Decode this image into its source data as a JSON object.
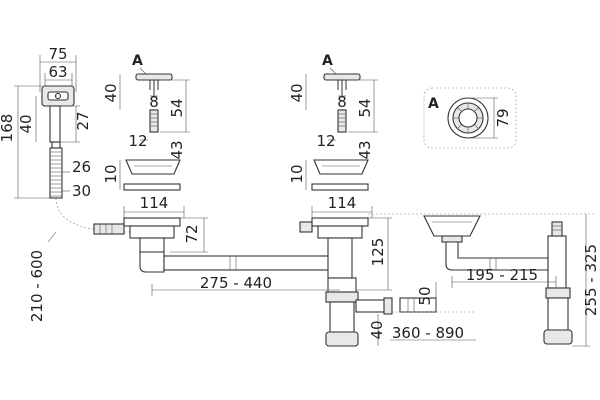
{
  "colors": {
    "stroke": "#333333",
    "fill_light": "#e8e8e8",
    "text": "#222222",
    "background": "#ffffff"
  },
  "detail": {
    "label": "A",
    "dim_79": "79"
  },
  "overflow_assembly": {
    "dim_75": "75",
    "dim_63": "63",
    "dim_168": "168",
    "dim_40": "40",
    "dim_27": "27",
    "dim_26": "26",
    "dim_30": "30",
    "dim_210_600": "210 - 600"
  },
  "left_strainer": {
    "label": "A",
    "dim_40": "40",
    "dim_8": "8",
    "dim_54": "54",
    "dim_12": "12",
    "dim_43": "43",
    "dim_10": "10",
    "dim_114": "114",
    "dim_72": "72"
  },
  "right_strainer": {
    "label": "A",
    "dim_40": "40",
    "dim_8": "8",
    "dim_54": "54",
    "dim_12": "12",
    "dim_43": "43",
    "dim_10": "10",
    "dim_114": "114",
    "dim_125": "125"
  },
  "siphon": {
    "dim_275_440": "275 - 440",
    "dim_50": "50",
    "dim_40": "40",
    "dim_360_890": "360 - 890"
  },
  "side_view": {
    "dim_195_215": "195 - 215",
    "dim_255_325": "255 - 325"
  }
}
